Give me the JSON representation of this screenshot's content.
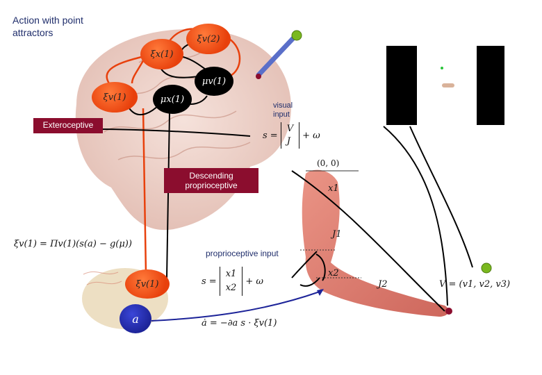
{
  "title": "Action with point attractors",
  "labels": {
    "exteroceptive": "Exteroceptive",
    "descending": "Descending proprioceptive",
    "visual_input": "visual input",
    "proprioceptive_input": "proprioceptive input",
    "origin": "(0, 0)"
  },
  "math": {
    "xi_v2": "ξv(2)",
    "xi_x1": "ξx(1)",
    "mu_v1": "μv(1)",
    "mu_x1": "μx(1)",
    "xi_v1_top": "ξv(1)",
    "xi_v1_bottom": "ξv(1)",
    "action": "a",
    "visual_eq_lhs": "s =",
    "visual_eq_top": "V",
    "visual_eq_bottom": "J",
    "visual_eq_rhs": "+ ω",
    "proprio_eq_lhs": "s =",
    "proprio_eq_top": "x1",
    "proprio_eq_bottom": "x2",
    "proprio_eq_rhs": "+ ω",
    "error_eq": "ξv(1) = Πv(1)(s(a) − g(μ))",
    "action_eq": "ȧ = −∂a s · ξv(1)",
    "x1_label": "x1",
    "x2_label": "x2",
    "J1_label": "J1",
    "J2_label": "J2",
    "V_eq": "V = (v1, v2, v3)"
  },
  "colors": {
    "label_box": "#8b0d2e",
    "red_node": "#e8400c",
    "black_node": "#000000",
    "blue_node": "#1d2499",
    "title_text": "#1f2d6b"
  }
}
